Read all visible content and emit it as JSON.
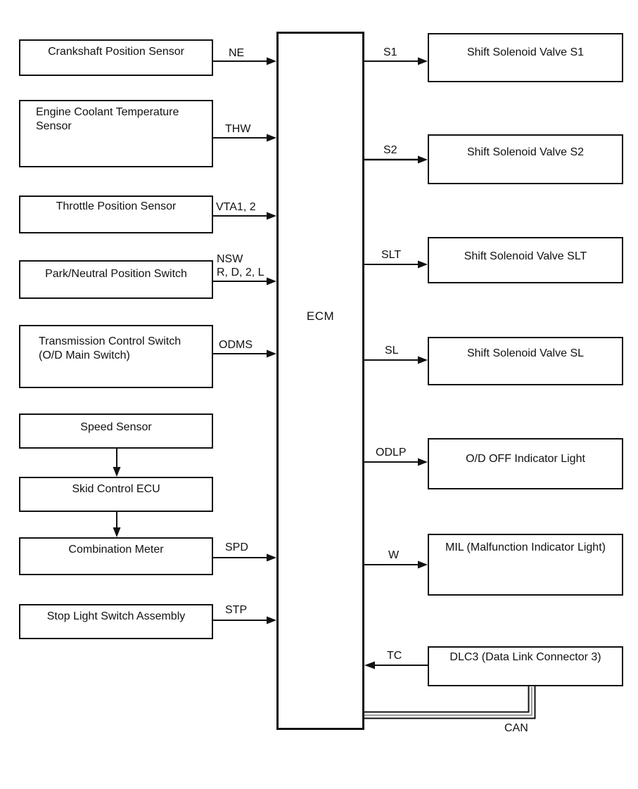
{
  "diagram": {
    "type": "block-wiring-diagram",
    "center_node": {
      "label": "ECM"
    },
    "left_nodes": [
      {
        "label": "Crankshaft Position Sensor",
        "signal": "NE"
      },
      {
        "label": "Engine Coolant Temperature\nSensor",
        "signal": "THW"
      },
      {
        "label": "Throttle Position Sensor",
        "signal": "VTA1, 2"
      },
      {
        "label": "Park/Neutral Position Switch",
        "signal": "NSW\nR, D, 2, L"
      },
      {
        "label": "Transmission Control Switch\n(O/D Main Switch)",
        "signal": "ODMS"
      },
      {
        "label": "Speed Sensor",
        "signal": ""
      },
      {
        "label": "Skid Control ECU",
        "signal": ""
      },
      {
        "label": "Combination Meter",
        "signal": "SPD"
      },
      {
        "label": "Stop Light Switch Assembly",
        "signal": "STP"
      }
    ],
    "right_nodes": [
      {
        "label": "Shift Solenoid Valve S1",
        "signal": "S1"
      },
      {
        "label": "Shift Solenoid Valve S2",
        "signal": "S2"
      },
      {
        "label": "Shift Solenoid Valve SLT",
        "signal": "SLT"
      },
      {
        "label": "Shift Solenoid Valve SL",
        "signal": "SL"
      },
      {
        "label": "O/D OFF Indicator Light",
        "signal": "ODLP"
      },
      {
        "label": "MIL (Malfunction Indicator Light)",
        "signal": "W"
      },
      {
        "label": "DLC3 (Data Link Connector 3)",
        "signal": "TC"
      }
    ],
    "bus": {
      "label": "CAN"
    },
    "colors": {
      "line": "#111111",
      "text": "#111111",
      "background": "#ffffff"
    }
  }
}
